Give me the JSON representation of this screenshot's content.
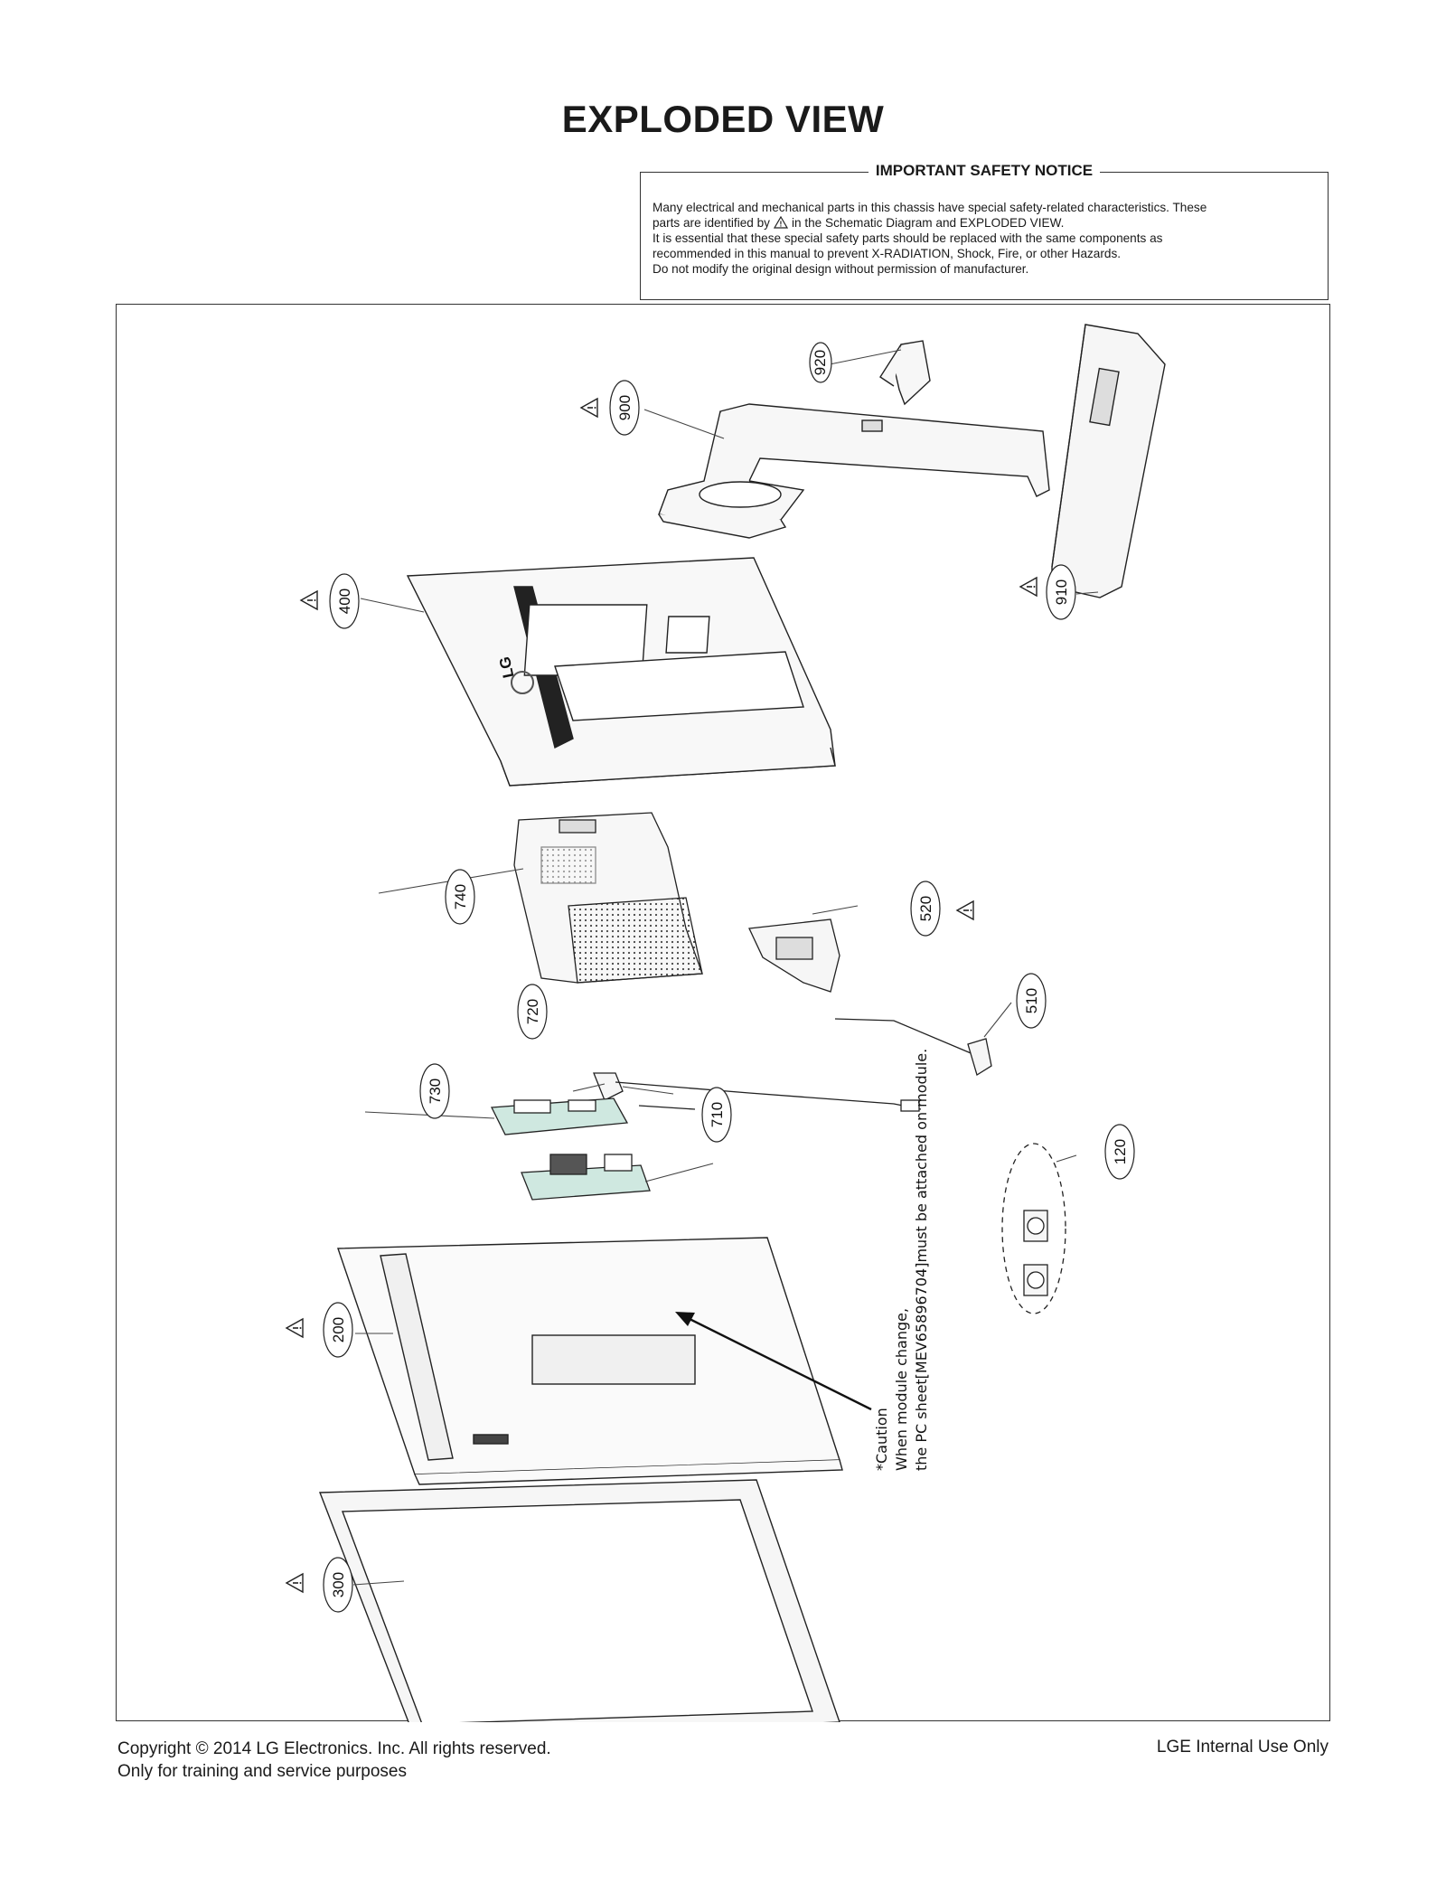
{
  "page": {
    "title": "EXPLODED VIEW"
  },
  "notice": {
    "title": "IMPORTANT SAFETY NOTICE",
    "line1": "Many electrical and mechanical parts in this chassis have special safety-related characteristics. These",
    "line2_pre": "parts are identified by",
    "line2_post": "in the Schematic Diagram and EXPLODED VIEW.",
    "line3": "It is essential that these special safety parts should be replaced with the same components as",
    "line4": "recommended in this manual to prevent X-RADIATION, Shock, Fire, or other Hazards.",
    "line5": "Do not modify the original design without permission of manufacturer."
  },
  "parts": {
    "p920": "920",
    "p900": "900",
    "p910": "910",
    "p400": "400",
    "p740": "740",
    "p520": "520",
    "p510": "510",
    "p720": "720",
    "p730": "730",
    "p710": "710",
    "p120": "120",
    "p200": "200",
    "p300": "300"
  },
  "logo_text": "LG",
  "caution": {
    "line1": "*Caution",
    "line2": "When module change,",
    "line3": "the PC sheet[MEV65896704]must be attached on module."
  },
  "footer": {
    "copyright": "Copyright  © 2014  LG Electronics. Inc. All rights reserved.",
    "purpose": "Only for training and service purposes",
    "internal": "LGE Internal Use Only"
  }
}
